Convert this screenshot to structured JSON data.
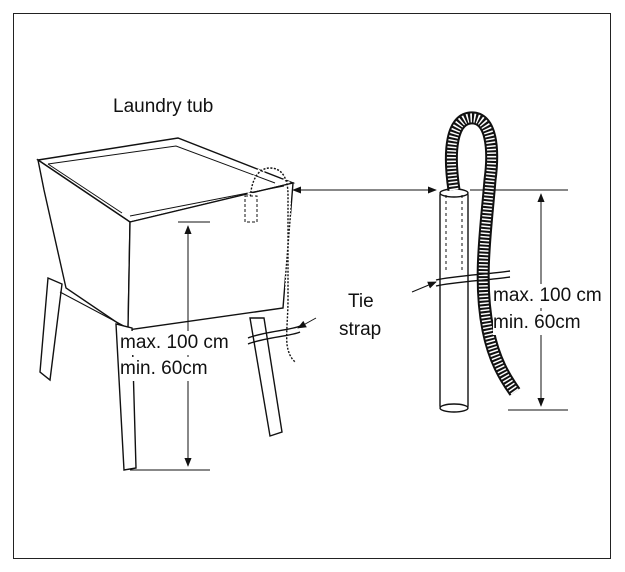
{
  "labels": {
    "laundry_tub": "Laundry tub",
    "tie_strap_line1": "Tie",
    "tie_strap_line2": "strap",
    "left_max": "max. 100 cm",
    "left_min": "min. 60cm",
    "right_max": "max. 100 cm",
    "right_min": "min. 60cm"
  }
}
